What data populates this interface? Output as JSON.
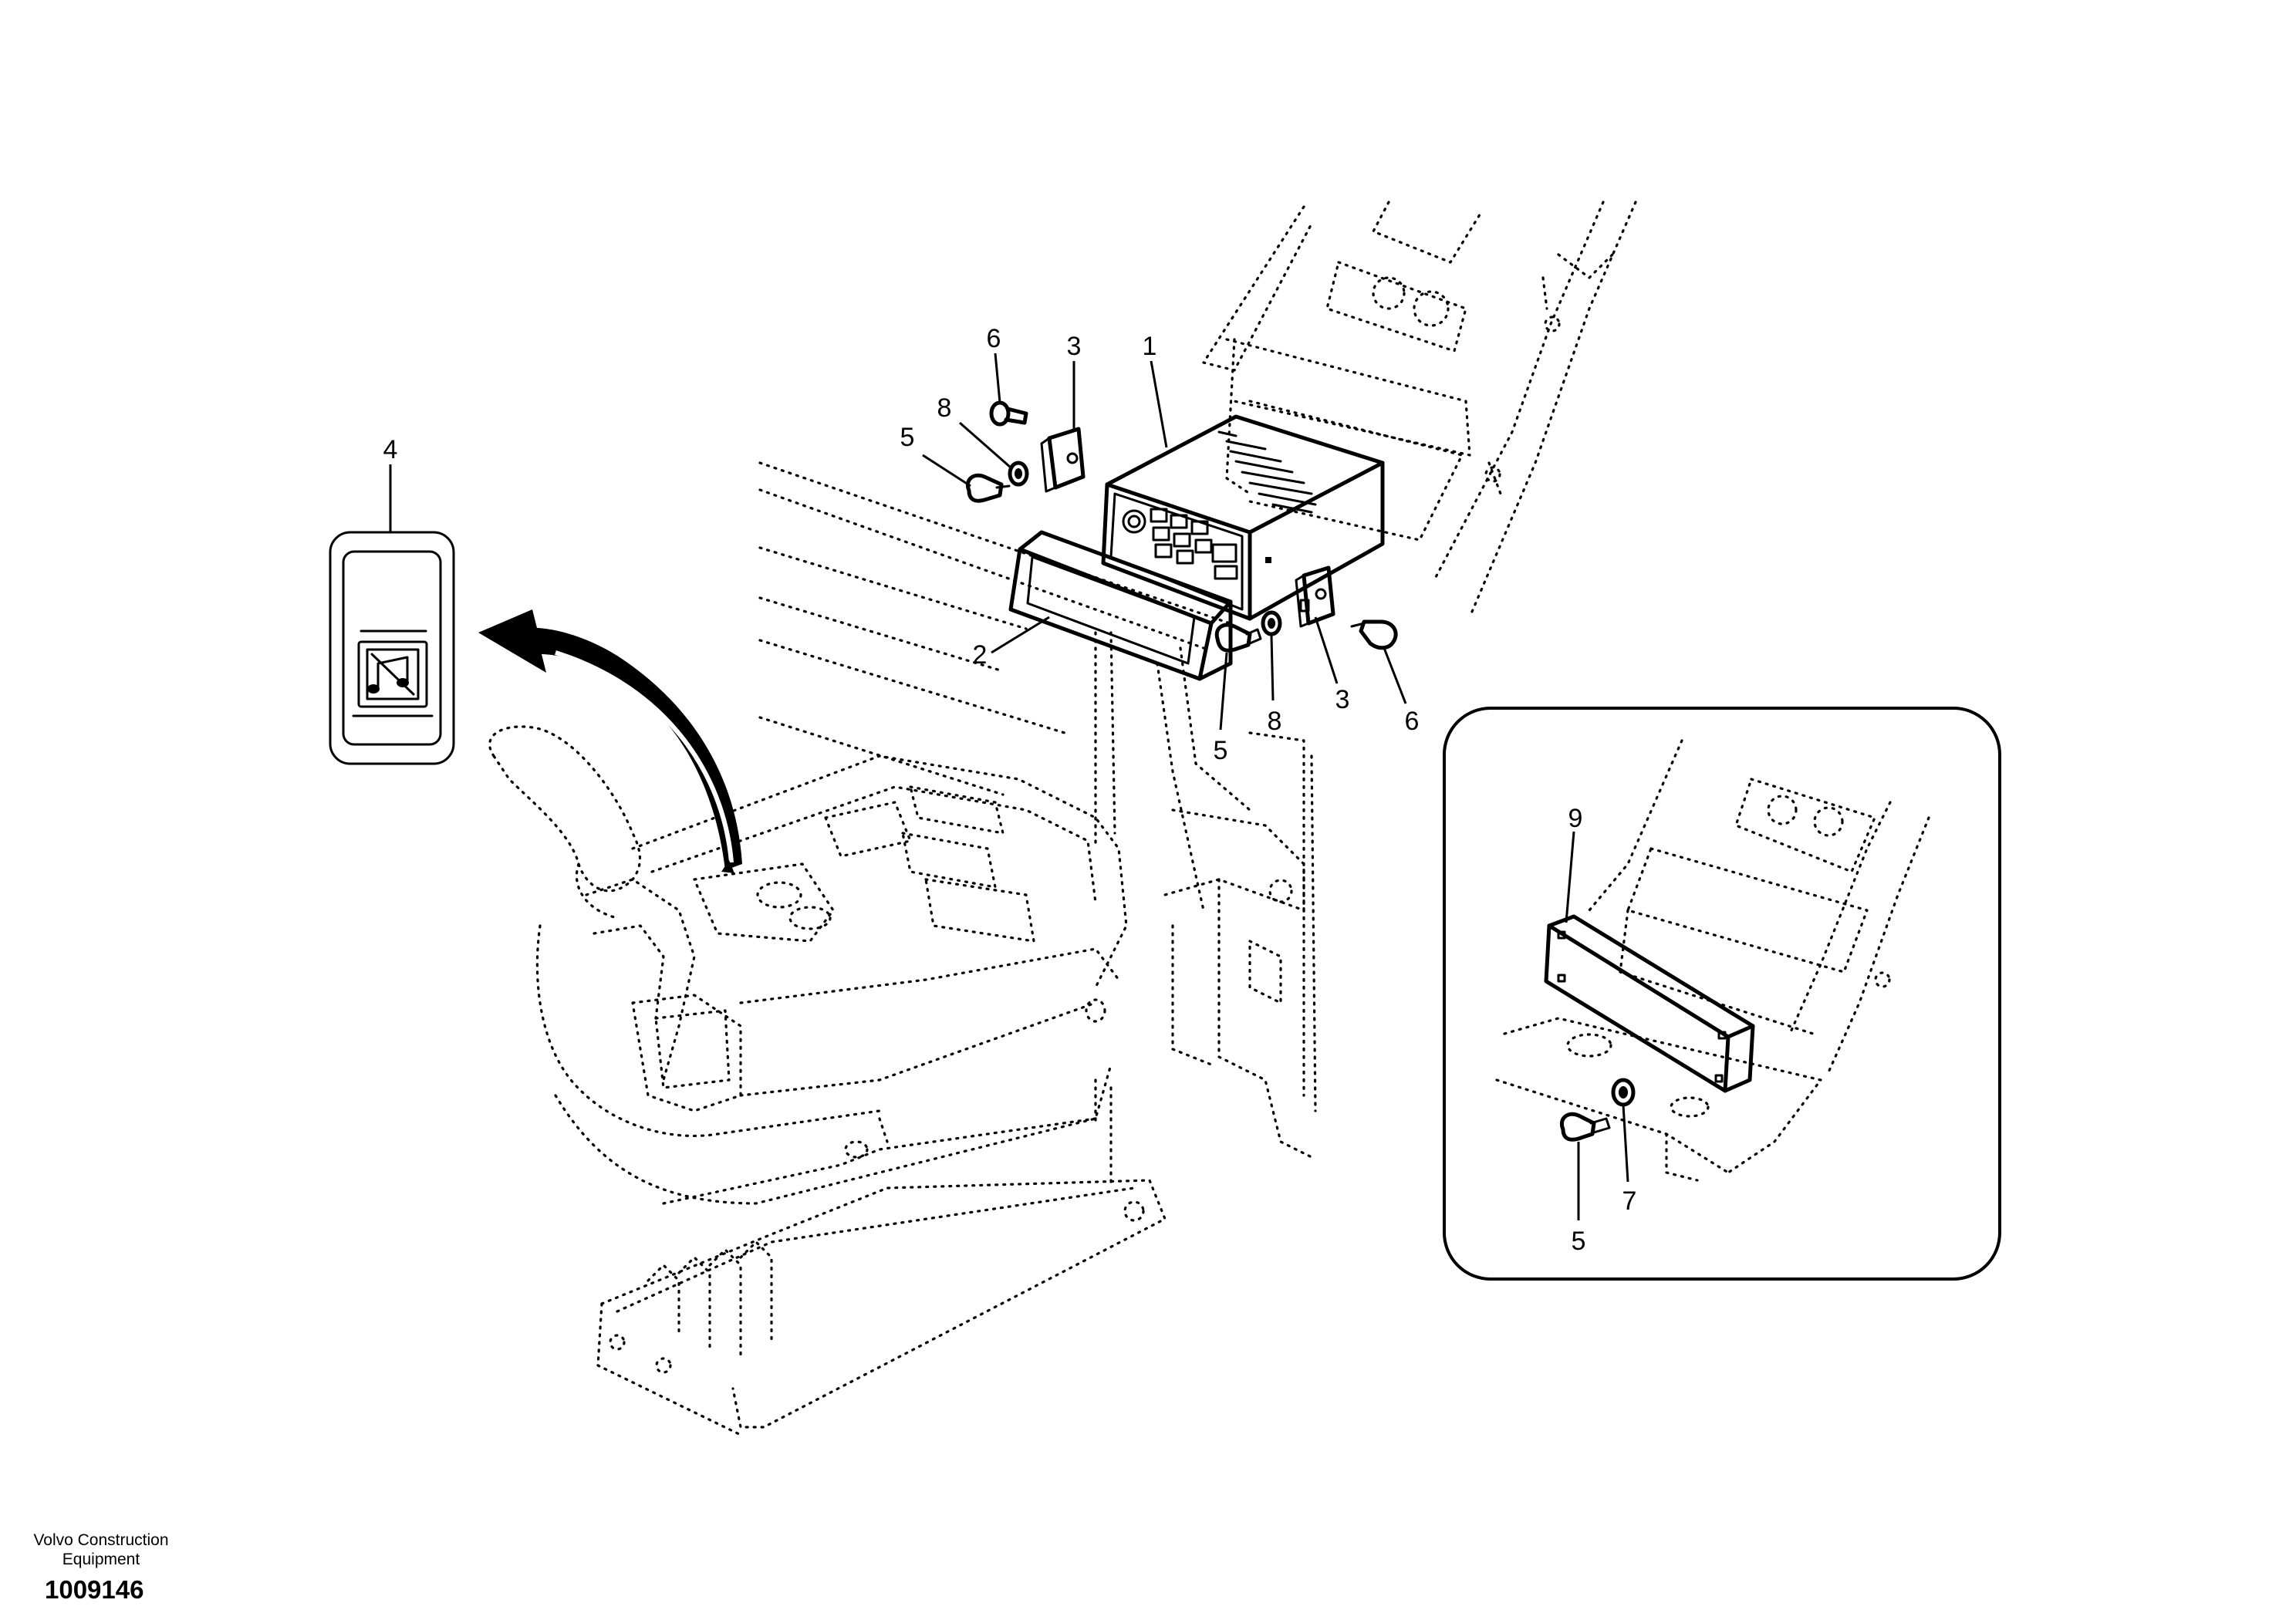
{
  "footer": {
    "company_line1": "Volvo Construction",
    "company_line2": "Equipment",
    "drawing_number": "1009146"
  },
  "callouts": {
    "radio": "1",
    "trim_frame": "2",
    "bracket_upper": "3",
    "bracket_lower": "3",
    "switch": "4",
    "screw_upper": "5",
    "screw_lower": "5",
    "screw_detail": "5",
    "bolt_upper": "6",
    "bolt_lower": "6",
    "washer_detail": "7",
    "washer_upper": "8",
    "washer_lower": "8",
    "blanking_plate": "9"
  },
  "icons": {
    "switch_symbol": "music-note-crossed-icon"
  }
}
